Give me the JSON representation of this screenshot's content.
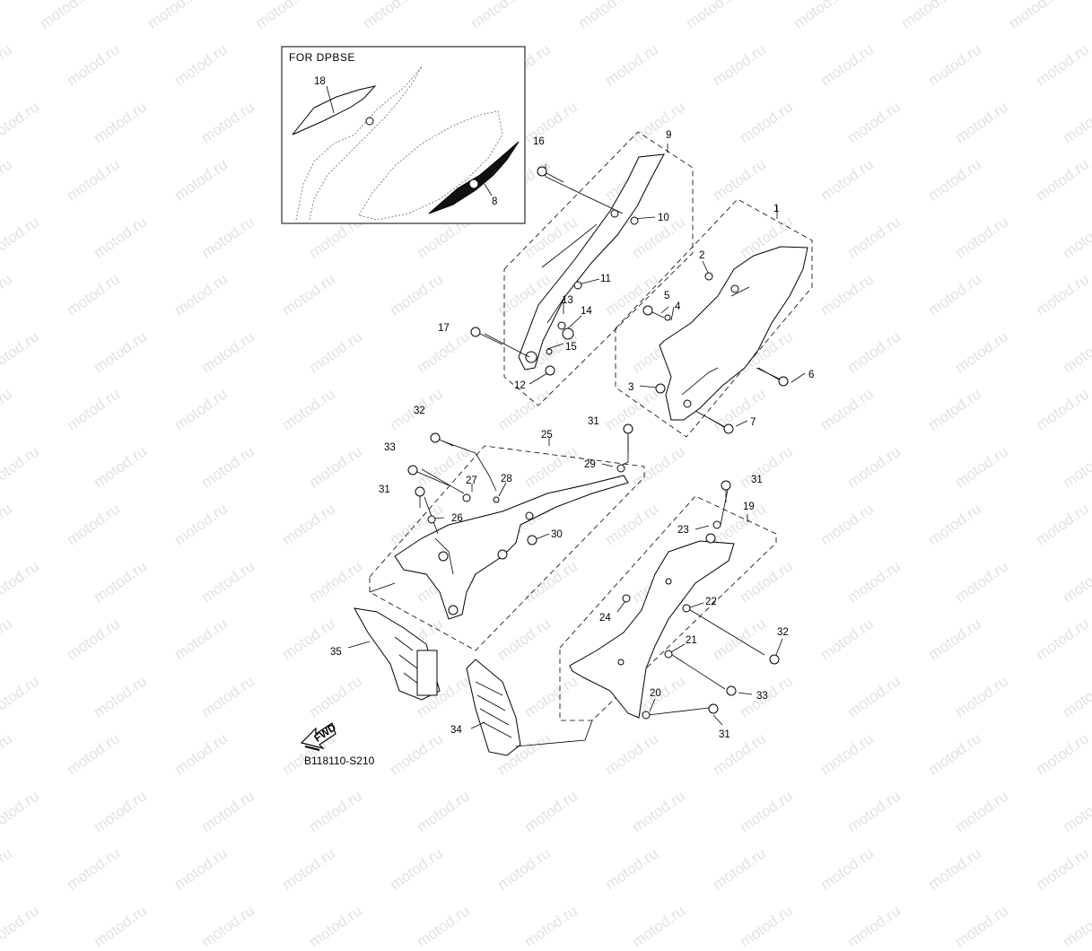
{
  "watermark": "motod.ru",
  "inset": {
    "title": "FOR DPBSE"
  },
  "diagram_code": "B118110-S210",
  "fwd_label": "FWD",
  "callouts": {
    "c1": "1",
    "c2": "2",
    "c3": "3",
    "c4": "4",
    "c5": "5",
    "c6": "6",
    "c7": "7",
    "c8": "8",
    "c9": "9",
    "c10": "10",
    "c11": "11",
    "c12": "12",
    "c13": "13",
    "c14": "14",
    "c15": "15",
    "c16": "16",
    "c17": "17",
    "c18": "18",
    "c19": "19",
    "c20": "20",
    "c21": "21",
    "c22": "22",
    "c23": "23",
    "c24": "24",
    "c25": "25",
    "c26": "26",
    "c27": "27",
    "c28": "28",
    "c29": "29",
    "c30": "30",
    "c31a": "31",
    "c31b": "31",
    "c31c": "31",
    "c31d": "31",
    "c32a": "32",
    "c32b": "32",
    "c33a": "33",
    "c33b": "33",
    "c34": "34",
    "c35": "35"
  }
}
